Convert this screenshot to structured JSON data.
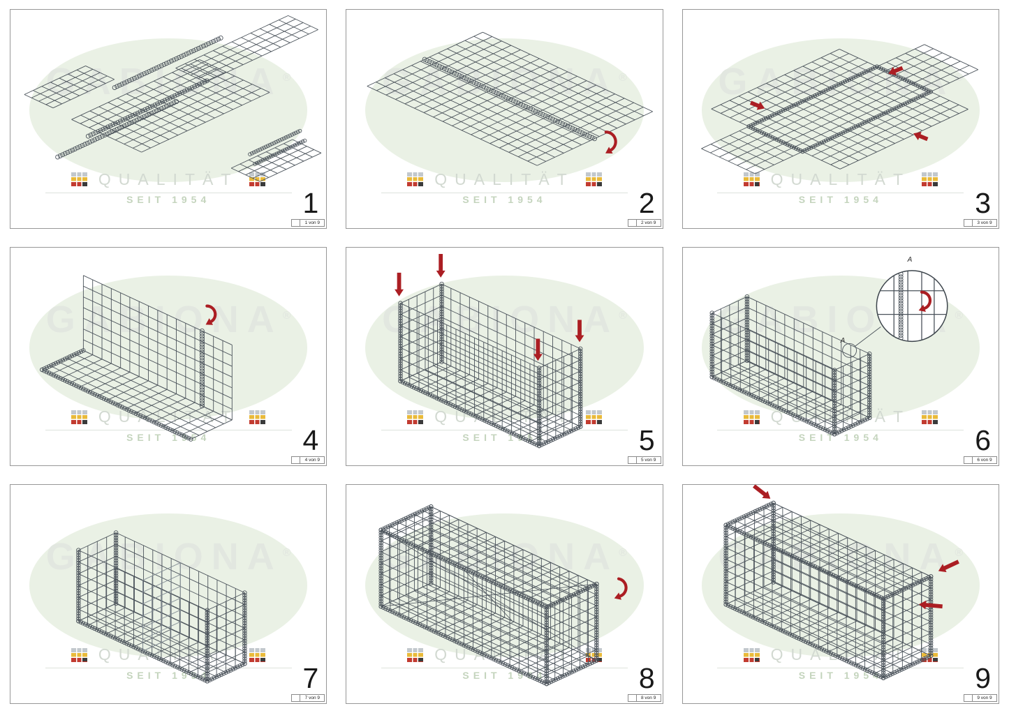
{
  "watermark": {
    "brand_name": "GABIONA",
    "registered": "®",
    "quality_line": "QUALITÄT",
    "since_line": "SEIT 1954"
  },
  "colors": {
    "mesh": "#4a525a",
    "mesh_light": "#828c94",
    "arrow_red": "#ab1e23",
    "ellipse_green": "#eaf1e5",
    "brand_gray": "#e2e7e0",
    "quality_gray": "#d2d9d1",
    "since_green": "#c4d4bd",
    "logo_silver": "#c2c8cd",
    "logo_gold": "#e9ba3a",
    "logo_red": "#c23b30",
    "logo_black": "#3a3a3a"
  },
  "steps": [
    {
      "number": "1",
      "sheet_label": "1 von 9"
    },
    {
      "number": "2",
      "sheet_label": "2 von 9"
    },
    {
      "number": "3",
      "sheet_label": "3 von 9"
    },
    {
      "number": "4",
      "sheet_label": "4 von 9"
    },
    {
      "number": "5",
      "sheet_label": "5 von 9"
    },
    {
      "number": "6",
      "sheet_label": "6 von 9",
      "detail_label": "A"
    },
    {
      "number": "7",
      "sheet_label": "7 von 9"
    },
    {
      "number": "8",
      "sheet_label": "8 von 9"
    },
    {
      "number": "9",
      "sheet_label": "9 von 9"
    }
  ]
}
